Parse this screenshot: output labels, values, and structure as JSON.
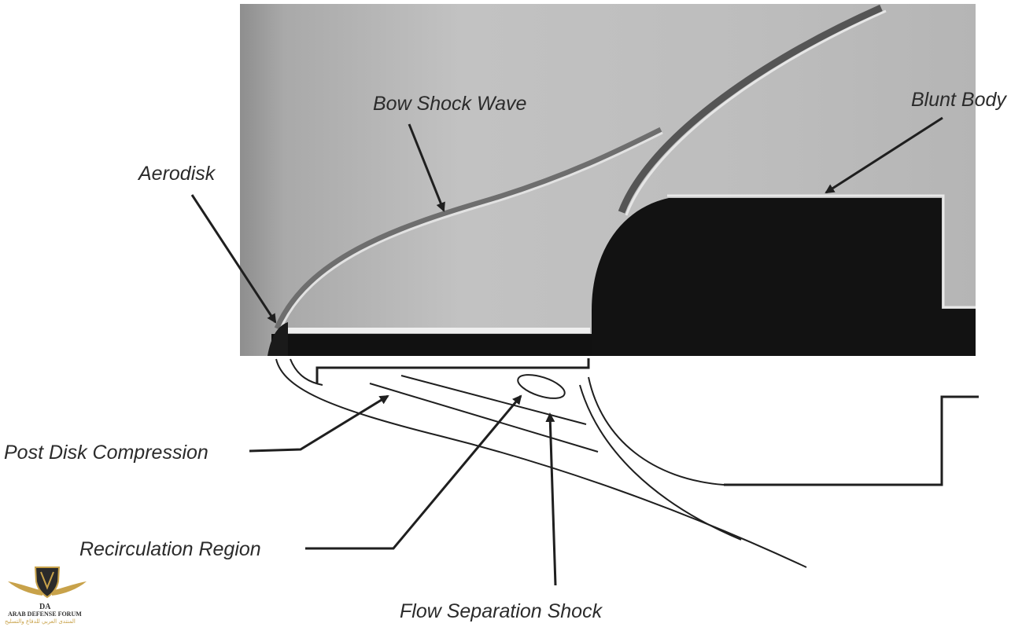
{
  "labels": {
    "bow_shock_wave": "Bow Shock Wave",
    "blunt_body": "Blunt Body",
    "aerodisk": "Aerodisk",
    "post_disk_compression": "Post Disk Compression",
    "recirculation_region": "Recirculation Region",
    "flow_separation_shock": "Flow Separation Shock"
  },
  "logo": {
    "name": "ARAB DEFENSE FORUM",
    "arabic_name": "المنتدى العربي للدفاع والتسليح"
  },
  "colors": {
    "photo_background": "#b9b9b9",
    "body_black": "#111111",
    "line": "#1f1f1f",
    "label_text": "#2b2b2b",
    "logo_gold": "#c8a24a"
  }
}
